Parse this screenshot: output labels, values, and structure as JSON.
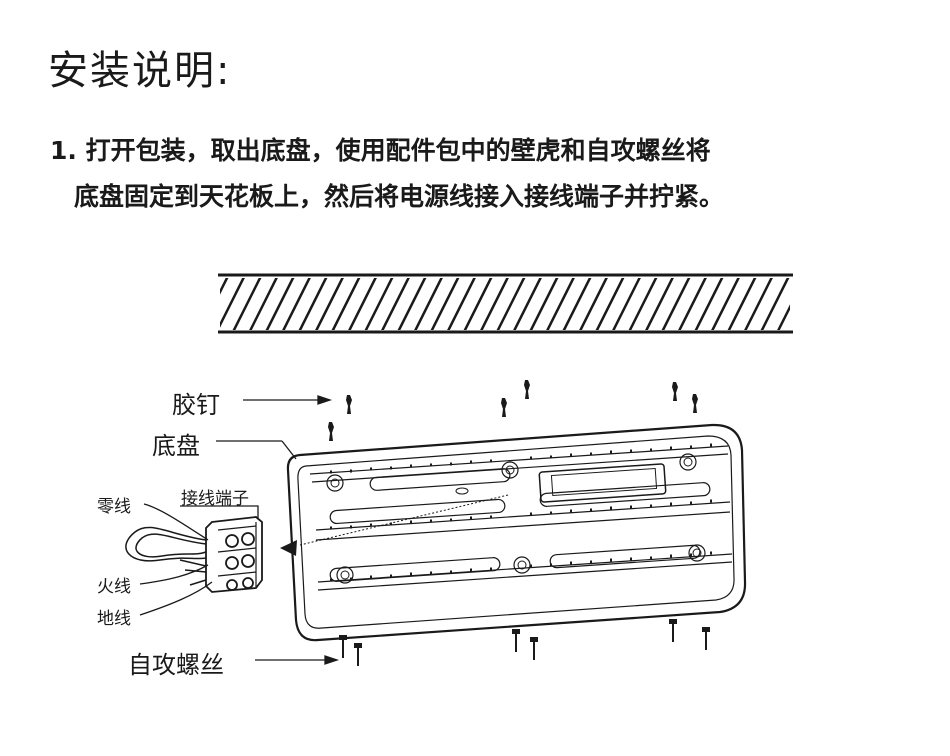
{
  "heading": "安装说明:",
  "step": {
    "line1": "1. 打开包装，取出底盘，使用配件包中的壁虎和自攻螺丝将",
    "line2": "底盘固定到天花板上，然后将电源线接入接线端子并拧紧。"
  },
  "labels": {
    "anchor": "胶钉",
    "base": "底盘",
    "terminal": "接线端子",
    "neutral": "零线",
    "live": "火线",
    "ground": "地线",
    "screw": "自攻螺丝"
  },
  "colors": {
    "ink": "#1a1a1a",
    "panel_fill": "#ffffff"
  }
}
